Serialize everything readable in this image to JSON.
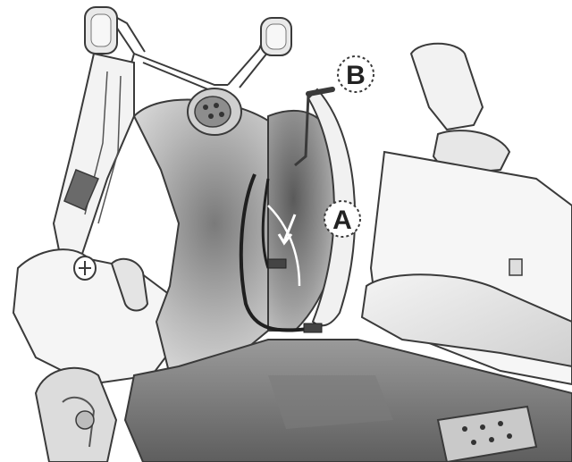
{
  "diagram": {
    "callouts": [
      {
        "id": "A",
        "label": "A"
      },
      {
        "id": "B",
        "label": "B"
      }
    ],
    "colors": {
      "background": "#ffffff",
      "line": "#3a3a3a",
      "shade_dark": "#6f6f6f",
      "shade_mid": "#a8a8a8",
      "shade_light": "#d9d9d9",
      "helmet_shell": "#efefef"
    }
  }
}
